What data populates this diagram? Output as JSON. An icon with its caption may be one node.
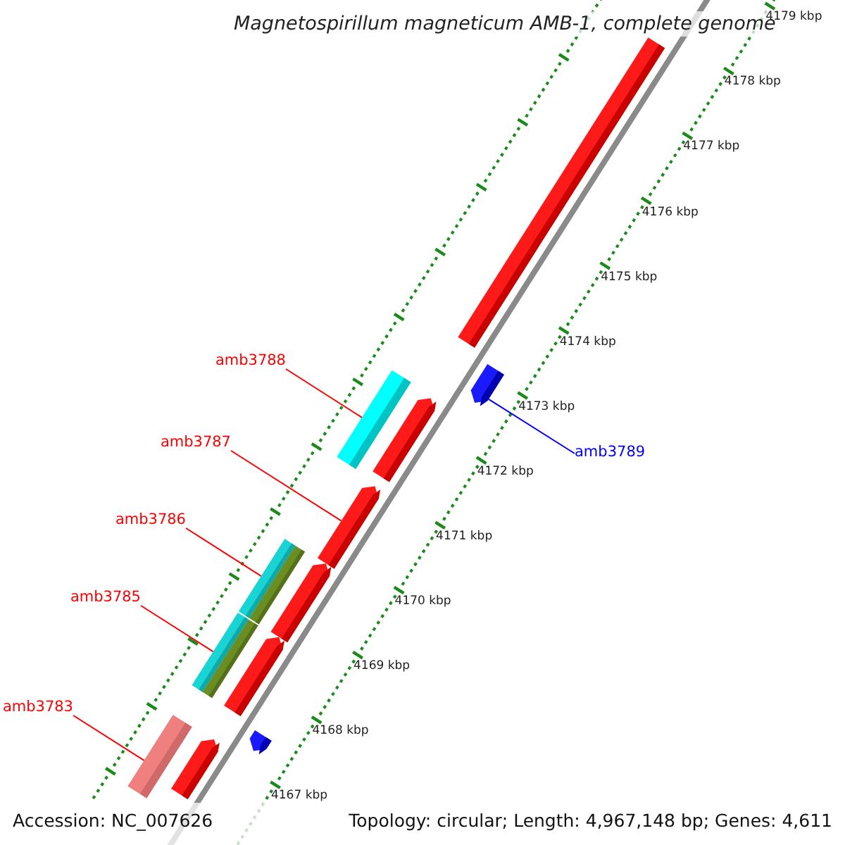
{
  "diagram": {
    "title": "Magnetospirillum magneticum AMB-1, complete genome",
    "nodes": [
      {
        "text": [],
        "shape": "arrow"
      },
      {
        "text": [
          "amb3788"
        ]
      },
      {
        "text": [],
        "shape": "bar"
      },
      {
        "text": [],
        "shape": "arrow"
      },
      {
        "text": [
          "amb3787"
        ]
      },
      {
        "text": [],
        "shape": "arrow"
      },
      {
        "text": [
          "amb3789"
        ]
      },
      {
        "text": [],
        "shape": "arrow"
      },
      {
        "text": [
          "amb3786"
        ]
      },
      {
        "text": [],
        "shape": "bar"
      },
      {
        "text": [],
        "shape": "arrow"
      },
      {
        "text": [
          "amb3785"
        ]
      },
      {
        "text": [],
        "shape": "bar"
      },
      {
        "text": [],
        "shape": "arrow"
      },
      {
        "text": [],
        "shape": "arrow"
      },
      {
        "text": [
          "amb3783"
        ]
      },
      {
        "text": [],
        "shape": "bar"
      },
      {
        "text": [],
        "shape": "arrow"
      }
    ],
    "edges": [
      {
        "from": 1,
        "to": 2,
        "arrow": "none"
      },
      {
        "from": 4,
        "to": 5,
        "arrow": "none"
      },
      {
        "from": 6,
        "to": 7,
        "arrow": "none",
        "color": "#0000ff"
      },
      {
        "from": 8,
        "to": 9,
        "arrow": "none"
      },
      {
        "from": 11,
        "to": 12,
        "arrow": "none"
      },
      {
        "from": 15,
        "to": 16,
        "arrow": "none"
      }
    ],
    "labels": [
      "4179 kbp",
      "4178 kbp",
      "4177 kbp",
      "4176 kbp",
      "4175 kbp",
      "4174 kbp",
      "4173 kbp",
      "4172 kbp",
      "4171 kbp",
      "4170 kbp",
      "4169 kbp",
      "4168 kbp",
      "4167 kbp",
      "Accession: NC_007626",
      "Topology: circular; Length: 4,967,148 bp; Genes: 4,611"
    ]
  }
}
